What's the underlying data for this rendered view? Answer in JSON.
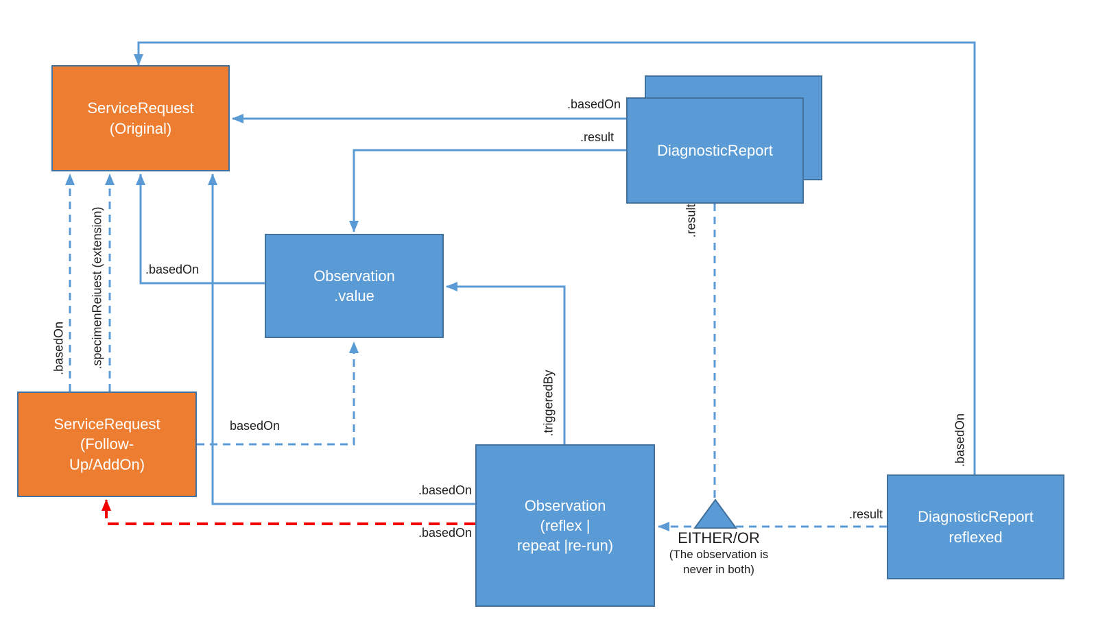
{
  "nodes": {
    "service_request_original": {
      "lines": [
        "ServiceRequest",
        "(Original)"
      ]
    },
    "service_request_followup": {
      "lines": [
        "ServiceRequest",
        "(Follow-",
        "Up/AddOn)"
      ]
    },
    "observation_value": {
      "lines": [
        "Observation",
        ".value"
      ]
    },
    "diagnostic_report": {
      "lines": [
        "DiagnosticReport"
      ]
    },
    "observation_reflex": {
      "lines": [
        "Observation",
        "(reflex |",
        "repeat |re-run)"
      ]
    },
    "diagnostic_report_reflexed": {
      "lines": [
        "DiagnosticReport",
        "reflexed"
      ]
    }
  },
  "edge_labels": {
    "dr_basedon": ".basedOn",
    "dr_result": ".result",
    "obsvalue_basedon": ".basedOn",
    "reflex_basedon_solid": ".basedOn",
    "reflex_basedon_red": ".basedOn",
    "followup_basedon_dashed": "basedOn",
    "followup_basedon_vertical": ".basedOn",
    "followup_specimen": ".specimenReiuest (extension)",
    "triggeredby": ".triggeredBy",
    "dr_result_vertical": ".result",
    "reflexed_result": ".result",
    "reflexed_basedon": ".basedOn"
  },
  "annotations": {
    "either_or": {
      "title": "EITHER/OR",
      "line1": "(The observation is",
      "line2": "never in both)"
    }
  },
  "colors": {
    "node_orange": "#ED7D31",
    "node_blue": "#5B9BD5",
    "node_border": "#41719C",
    "connector_blue": "#5B9BD5",
    "connector_red": "#F20000",
    "label_text": "#1f1f1f"
  }
}
